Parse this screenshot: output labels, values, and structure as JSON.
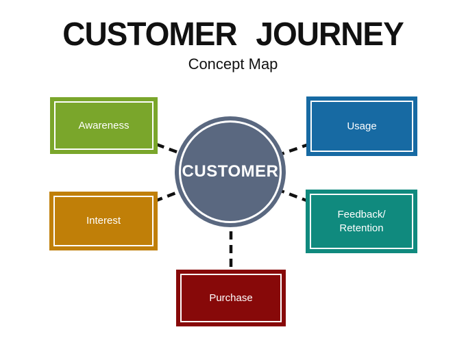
{
  "title": "CUSTOMER JOURNEY",
  "subtitle": "Concept Map",
  "background_color": "#FFFFFF",
  "title_color": "#111111",
  "node_text_color": "#FFFFFF",
  "center": {
    "label": "CUSTOMER",
    "color": "#5A6880"
  },
  "nodes": [
    {
      "id": "awareness",
      "label": "Awareness",
      "color": "#7AA62B"
    },
    {
      "id": "usage",
      "label": "Usage",
      "color": "#176AA3"
    },
    {
      "id": "interest",
      "label": "Interest",
      "color": "#C07F08"
    },
    {
      "id": "feedback-retention",
      "label": "Feedback/\nRetention",
      "color": "#108A7E"
    },
    {
      "id": "purchase",
      "label": "Purchase",
      "color": "#870909"
    }
  ],
  "connector": {
    "color": "#111111",
    "style": "dashed"
  }
}
